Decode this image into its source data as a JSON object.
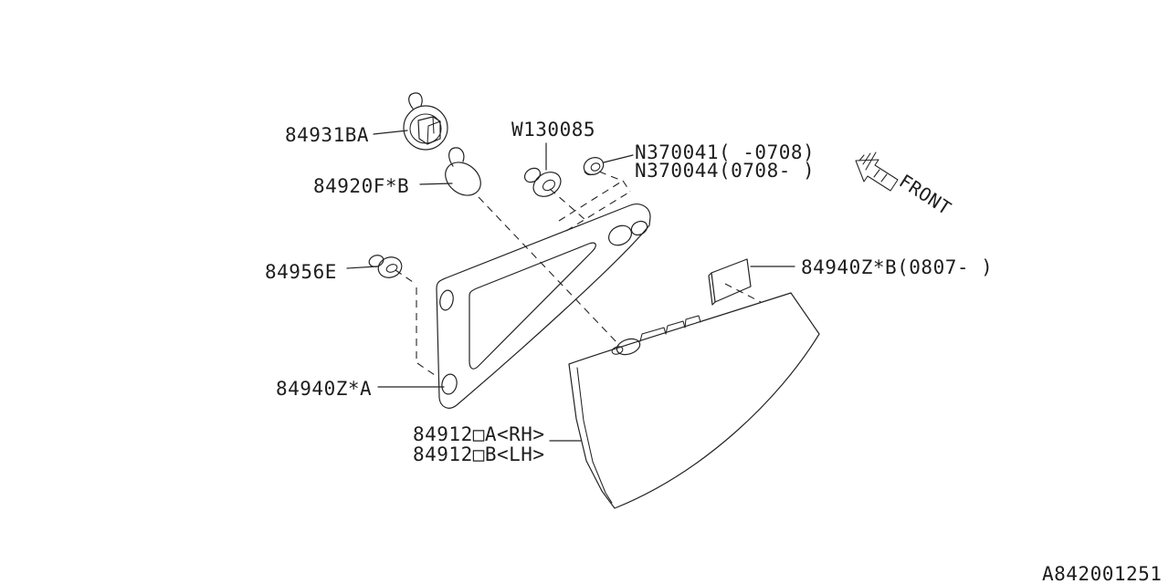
{
  "diagram": {
    "type": "exploded-parts-diagram",
    "subject": "rear combination lamp assembly",
    "drawing_number": "A842001251",
    "direction_indicator": "FRONT"
  },
  "labels": {
    "socket": "84931BA",
    "screw": "W130085",
    "nut_early": "N370041( -0708)",
    "nut_late": "N370044(0708- )",
    "bulb": "84920F*B",
    "grommet": "84956E",
    "pad": "84940Z*B(0807- )",
    "packing": "84940Z*A",
    "lens_rh": "84912□A<RH>",
    "lens_lh": "84912□B<LH>",
    "front": "FRONT",
    "drawing_number": "A842001251"
  },
  "colors": {
    "line": "#232323",
    "text": "#1d1d1d",
    "background": "#ffffff"
  }
}
